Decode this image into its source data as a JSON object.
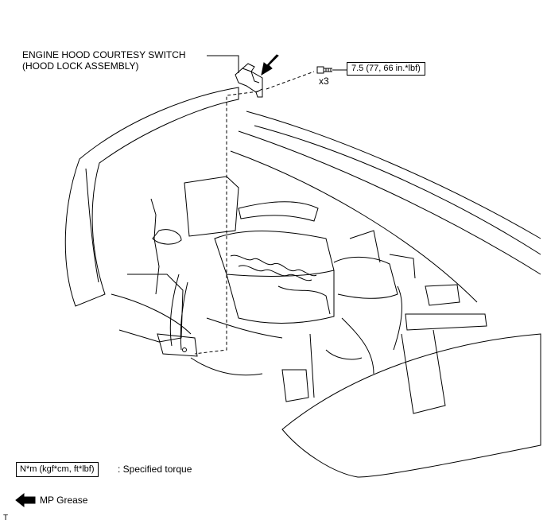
{
  "callout": {
    "line1": "ENGINE HOOD COURTESY SWITCH",
    "line2": "(HOOD LOCK ASSEMBLY)"
  },
  "torque": {
    "value": "7.5 (77, 66 in.*lbf)",
    "quantity": "x3"
  },
  "legend": {
    "unit_box": "N*m (kgf*cm, ft*lbf)",
    "unit_desc": ": Specified torque",
    "grease_label": "MP Grease"
  },
  "footer": {
    "code": "T"
  }
}
